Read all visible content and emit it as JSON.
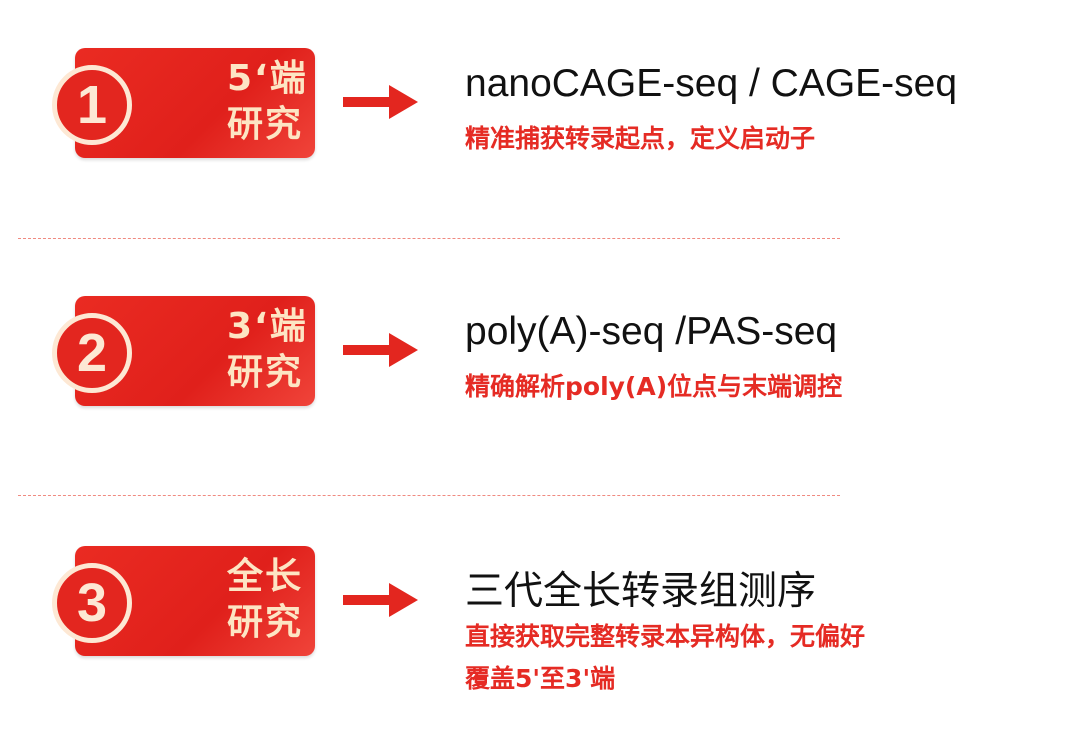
{
  "items": [
    {
      "number": "1",
      "badge_line1": "5‘端",
      "badge_line2": "研究",
      "title": "nanoCAGE-seq / CAGE-seq",
      "desc": [
        "精准捕获转录起点，定义启动子"
      ]
    },
    {
      "number": "2",
      "badge_line1": "3‘端",
      "badge_line2": "研究",
      "title": "poly(A)-seq /PAS-seq",
      "desc": [
        "精确解析poly(A)位点与末端调控"
      ]
    },
    {
      "number": "3",
      "badge_line1": "全长",
      "badge_line2": "研究",
      "title": "三代全长转录组测序",
      "desc": [
        "直接获取完整转录本异构体，无偏好",
        "覆盖5'至3'端"
      ]
    }
  ],
  "colors": {
    "accent": "#e3261f",
    "badge_text": "#fde5c4"
  }
}
